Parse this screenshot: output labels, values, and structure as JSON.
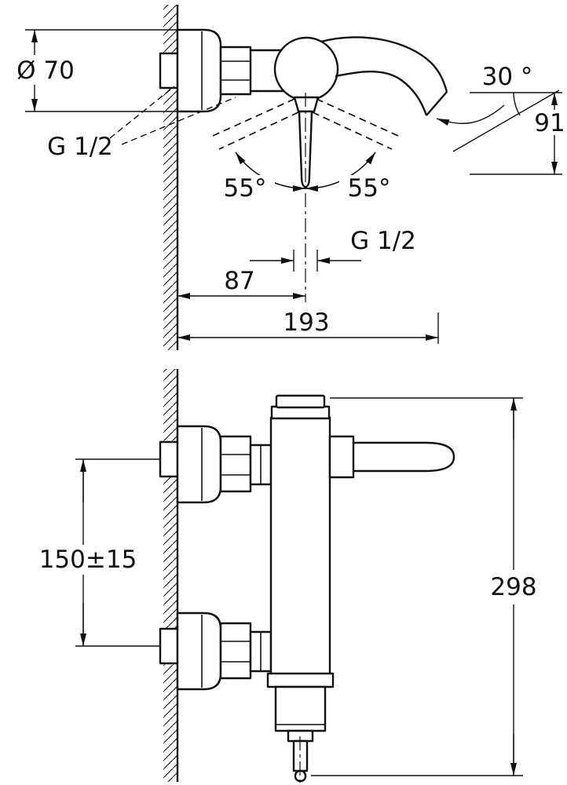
{
  "drawing": {
    "paper_color": "#ffffff",
    "ink_color": "#111111",
    "side_view": {
      "diameter": "Ø 70",
      "thread_wall": "G 1/2",
      "spout_angle": "30 °",
      "outlet_height": "91",
      "swing_left": "55°",
      "swing_right": "55°",
      "thread_outlet": "G 1/2",
      "wall_to_handle": "87",
      "wall_to_outlet": "193"
    },
    "front_view": {
      "inlet_spacing": "150±15",
      "overall_height": "298"
    }
  }
}
